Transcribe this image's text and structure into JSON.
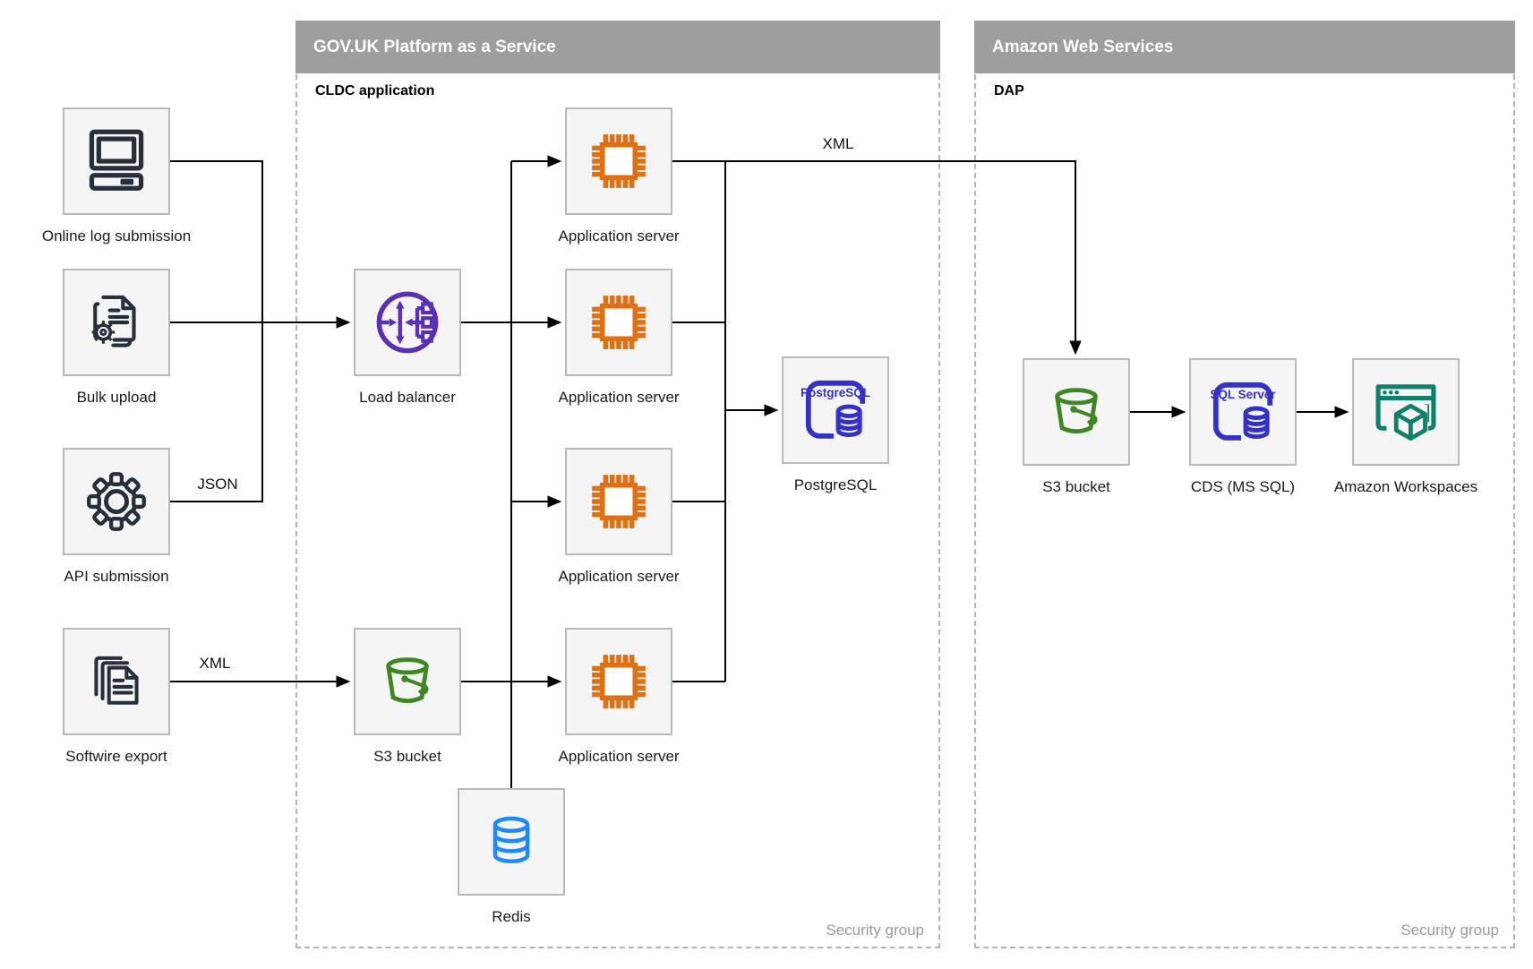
{
  "zones": {
    "govuk": {
      "title": "GOV.UK Platform as a Service",
      "sublabel": "CLDC application",
      "security": "Security group"
    },
    "aws": {
      "title": "Amazon Web Services",
      "sublabel": "DAP",
      "security": "Security group"
    }
  },
  "nodes": {
    "online_log": {
      "label": "Online log submission",
      "icon": "computer-icon"
    },
    "bulk_upload": {
      "label": "Bulk upload",
      "icon": "document-gear-icon"
    },
    "api_submission": {
      "label": "API submission",
      "icon": "gear-icon"
    },
    "softwire_export": {
      "label": "Softwire export",
      "icon": "documents-stack-icon"
    },
    "load_balancer": {
      "label": "Load balancer",
      "icon": "load-balancer-icon"
    },
    "s3_paas": {
      "label": "S3 bucket",
      "icon": "bucket-icon"
    },
    "app_server_1": {
      "label": "Application server",
      "icon": "chip-icon"
    },
    "app_server_2": {
      "label": "Application server",
      "icon": "chip-icon"
    },
    "app_server_3": {
      "label": "Application server",
      "icon": "chip-icon"
    },
    "app_server_4": {
      "label": "Application server",
      "icon": "chip-icon"
    },
    "postgresql": {
      "label": "PostgreSQL",
      "badge": "PostgreSQL",
      "icon": "postgresql-icon"
    },
    "redis": {
      "label": "Redis",
      "icon": "redis-database-icon"
    },
    "s3_dap": {
      "label": "S3 bucket",
      "icon": "bucket-icon"
    },
    "cds": {
      "label": "CDS (MS SQL)",
      "badge": "SQL Server",
      "icon": "sqlserver-icon"
    },
    "workspaces": {
      "label": "Amazon Workspaces",
      "icon": "workspaces-icon"
    }
  },
  "edge_labels": {
    "json": "JSON",
    "xml_export": "XML",
    "xml_transfer": "XML"
  },
  "colors": {
    "zone_header": "#9e9e9e",
    "zone_border": "#b3b3b3",
    "node_border": "#b9b9b9",
    "node_fill": "#f5f5f5",
    "dark_icon": "#26303b",
    "orange_chip": "#dd7114",
    "purple_load_balancer": "#5a30b5",
    "green_bucket": "#3f8624",
    "blue_sql": "#3631c6",
    "teal_workspaces": "#0e8268",
    "blue_redis": "#1e88ff",
    "connector": "#000000",
    "security_text": "#9a9a9a"
  }
}
